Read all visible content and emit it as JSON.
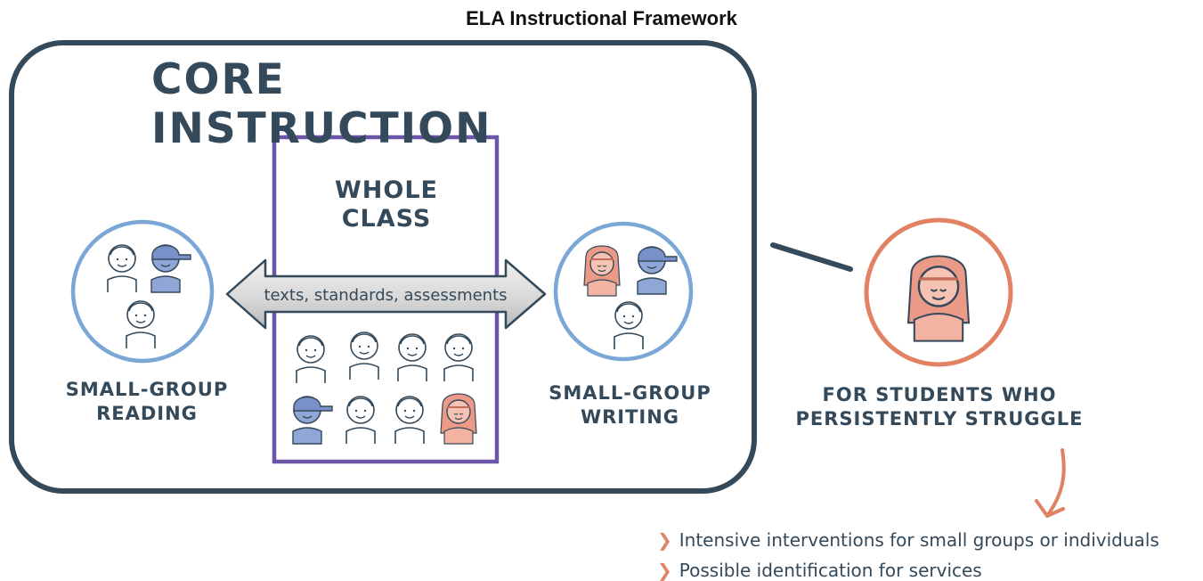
{
  "title": "ELA Instructional Framework",
  "core": {
    "heading": "CORE INSTRUCTION",
    "whole_class": "WHOLE CLASS",
    "arrow_text": "texts, standards, assessments",
    "reading_label": "SMALL-GROUP READING",
    "writing_label": "SMALL-GROUP WRITING"
  },
  "struggle": {
    "label": "FOR STUDENTS WHO PERSISTENTLY STRUGGLE",
    "bullets": [
      "Intensive interventions for small groups or individuals",
      "Possible identification for services"
    ]
  },
  "colors": {
    "frame": "#34495a",
    "whole_class_box": "#6a55a6",
    "circle_blue": "#7aa7d6",
    "circle_orange": "#e08263",
    "student_blue": "#8fa6d6",
    "student_orange": "#eb9a87"
  },
  "icons": {
    "arrow": "double-headed-arrow",
    "bullet": "chevron-right-icon",
    "connector": "curved-down-arrow-icon"
  }
}
